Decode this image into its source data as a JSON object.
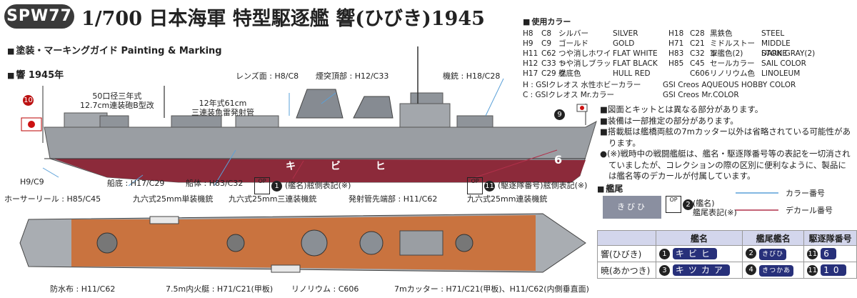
{
  "header": {
    "badge": "SPW77",
    "title": "1/700 日本海軍 特型駆逐艦 響(ひびき)1945",
    "subtitle": "塗装・マーキングガイド Painting & Marking",
    "section": "響 1945年"
  },
  "colors_title": "使用カラー",
  "colors": [
    {
      "h": "H8",
      "c": "C8",
      "jp": "シルバー",
      "en": "SILVER",
      "h2": "H18",
      "c2": "C28",
      "jp2": "黒鉄色",
      "en2": "STEEL"
    },
    {
      "h": "H9",
      "c": "C9",
      "jp": "ゴールド",
      "en": "GOLD",
      "h2": "H71",
      "c2": "C21",
      "jp2": "ミドルストーン",
      "en2": "MIDDLE STONE"
    },
    {
      "h": "H11",
      "c": "C62",
      "jp": "つや消しホワイト",
      "en": "FLAT WHITE",
      "h2": "H83",
      "c2": "C32",
      "jp2": "軍艦色(2)",
      "en2": "DARK GRAY(2)"
    },
    {
      "h": "H12",
      "c": "C33",
      "jp": "つや消しブラック",
      "en": "FLAT BLACK",
      "h2": "H85",
      "c2": "C45",
      "jp2": "セールカラー",
      "en2": "SAIL COLOR"
    },
    {
      "h": "H17",
      "c": "C29",
      "jp": "艦底色",
      "en": "HULL RED",
      "h2": "",
      "c2": "C606",
      "jp2": "リノリウム色",
      "en2": "LINOLEUM"
    }
  ],
  "brand_notes": [
    {
      "jp": "H : GSIクレオス 水性ホビーカラー",
      "en": "GSI Creos AQUEOUS HOBBY COLOR"
    },
    {
      "jp": "C : GSIクレオス Mr.カラー",
      "en": "GSI Creos Mr.COLOR"
    }
  ],
  "notes": [
    "■図面とキットとは異なる部分があります。",
    "■装備は一部推定の部分があります。",
    "■搭載艇は艦橋両舷の7mカッター以外は省略されている可能性があります。",
    "●(※)戦時中の戦闘艦艇は、艦名・駆逐隊番号等の表記を一切消されていましたが、コレクションの際の区別に便利なように、製品には艦名等のデカールが付属しています。"
  ],
  "side_labels": {
    "lens": "レンズ面 : H8/C8",
    "funnel_top": "煙突頂部 : H12/C33",
    "deck_machine": "機銃 : H18/C28",
    "gun": "50口径三年式\n12.7cm連装砲B型改",
    "torpedo": "12年式61cm\n三連装魚雷発射管",
    "propeller": "H9/C9",
    "bottom": "船底 : H17/C29",
    "hull": "船体 : H83/C32",
    "name_mark": "(艦名)舷側表記(※)",
    "div_mark": "(駆逐隊番号)舷側表記(※)",
    "hull_kana": "キ ビ ヒ",
    "hull_number": "6",
    "flag_num_left": "10",
    "flag_num_right": "9",
    "decal_num_1": "1",
    "decal_num_11": "11"
  },
  "top_labels": {
    "hose": "ホーサーリール : H85/C45",
    "mg25_single": "九六式25mm単装機銃",
    "mg25_triple": "九六式25mm三連装機銃",
    "tube_tip": "発射管先端部 : H11/C62",
    "mg25_twin": "九六式25mm連装機銃",
    "tarp": "防水布 : H11/C62",
    "boat": "7.5m内火艇 : H71/C21(甲板)",
    "linoleum": "リノリウム : C606",
    "cutter": "7mカッター : H71/C21(甲板)、H11/C62(内側垂直面)"
  },
  "stern_box": {
    "title": "艦尾",
    "kana": "きびひ",
    "label": "(艦名)\n艦尾表記(※)",
    "decal_num": "2"
  },
  "legend": {
    "color_no": "カラー番号",
    "decal_no": "デカール番号"
  },
  "name_table": {
    "headers": [
      "",
      "艦名",
      "艦尾艦名",
      "駆逐隊番号"
    ],
    "rows": [
      {
        "ship": "響(ひびき)",
        "n1": "1",
        "kana": "キビヒ",
        "n2": "2",
        "stern": "きびひ",
        "n3": "11",
        "div": "6"
      },
      {
        "ship": "暁(あかつき)",
        "n1": "3",
        "kana": "キツカア",
        "n2": "4",
        "stern": "きつかあ",
        "n3": "11",
        "div": "10"
      }
    ]
  },
  "colors_map": {
    "hull_gray": "#9a9ea3",
    "hull_red": "#8c2a3a",
    "deck_linoleum": "#c9733f",
    "deck_gray": "#a9adb2",
    "leader_blue": "#5aa0d8",
    "leader_red": "#b0304a",
    "chip_navy": "#27307a",
    "table_header": "#d3d6ec"
  },
  "op_label": "OP"
}
